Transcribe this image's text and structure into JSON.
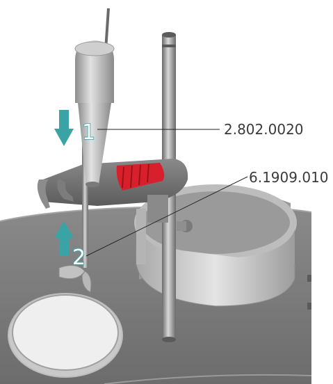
{
  "callouts": [
    {
      "step": "1",
      "part_number": "2.802.0020"
    },
    {
      "step": "2",
      "part_number": "6.1909.010"
    }
  ],
  "colors": {
    "arrow_teal": "#3aa3a6",
    "grip_red": "#d8202c",
    "metal": "#9a9a9a",
    "base": "#7b7b7b"
  },
  "icons": {
    "arrow_down": "down-arrow-icon",
    "arrow_up": "up-arrow-icon"
  }
}
